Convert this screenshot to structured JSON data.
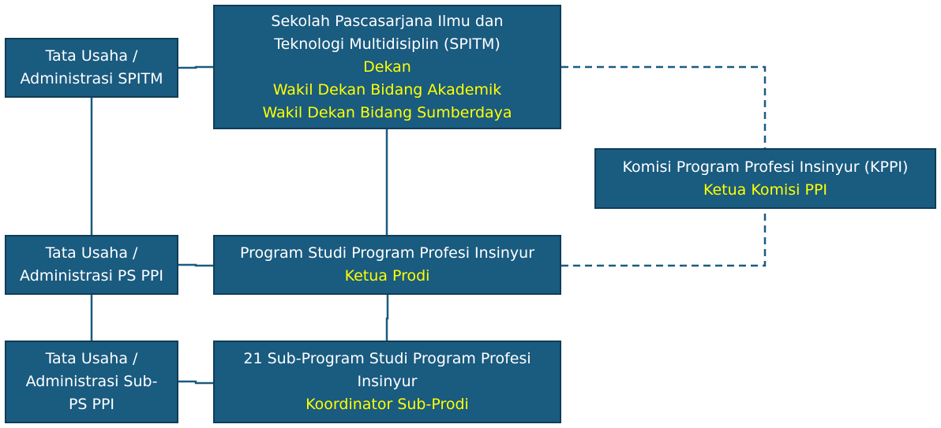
{
  "colors": {
    "box_fill": "#1a5b80",
    "box_border": "#0f3d57",
    "line": "#1a5b80",
    "text": "#ffffff",
    "highlight": "#ffff00"
  },
  "nodes": {
    "spitm": {
      "title": [
        "Sekolah Pascasarjana Ilmu dan",
        "Teknologi Multidisiplin (SPITM)"
      ],
      "roles": [
        "Dekan",
        "Wakil Dekan Bidang Akademik",
        "Wakil Dekan Bidang Sumberdaya"
      ]
    },
    "tu_spitm": {
      "title": [
        "Tata Usaha /",
        "Administrasi SPITM"
      ],
      "roles": []
    },
    "kppi": {
      "title": [
        "Komisi Program Profesi Insinyur (KPPI)"
      ],
      "roles": [
        "Ketua Komisi PPI"
      ]
    },
    "tu_ps": {
      "title": [
        "Tata Usaha /",
        "Administrasi PS PPI"
      ],
      "roles": []
    },
    "ps": {
      "title": [
        "Program Studi Program Profesi Insinyur"
      ],
      "roles": [
        "Ketua Prodi"
      ]
    },
    "tu_sub": {
      "title": [
        "Tata Usaha /",
        "Administrasi Sub-",
        "PS PPI"
      ],
      "roles": []
    },
    "sub": {
      "title": [
        "21 Sub-Program Studi Program Profesi",
        "Insinyur"
      ],
      "roles": [
        "Koordinator Sub-Prodi"
      ]
    }
  },
  "edges": [
    {
      "from": "tu_spitm",
      "to": "spitm",
      "style": "solid"
    },
    {
      "from": "tu_spitm",
      "to": "tu_ps",
      "style": "solid"
    },
    {
      "from": "spitm",
      "to": "ps",
      "style": "solid"
    },
    {
      "from": "tu_ps",
      "to": "ps",
      "style": "solid"
    },
    {
      "from": "tu_ps",
      "to": "tu_sub",
      "style": "solid"
    },
    {
      "from": "ps",
      "to": "sub",
      "style": "solid"
    },
    {
      "from": "tu_sub",
      "to": "sub",
      "style": "solid"
    },
    {
      "from": "spitm",
      "to": "kppi",
      "style": "dashed"
    },
    {
      "from": "ps",
      "to": "kppi",
      "style": "dashed"
    }
  ]
}
